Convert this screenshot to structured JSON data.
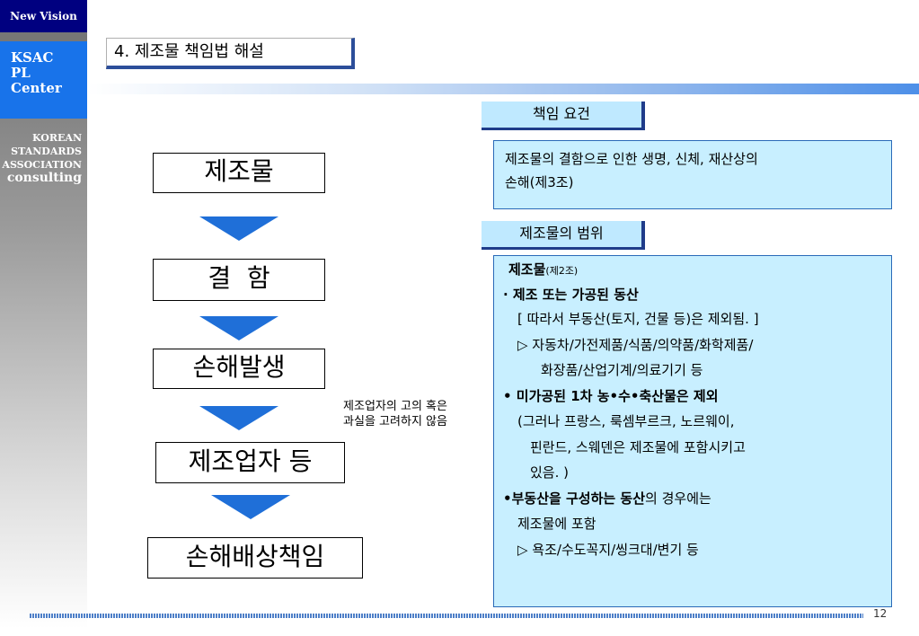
{
  "sidebar": {
    "brand_top": "New Vision",
    "brand_box": [
      "KSAC",
      "PL",
      "Center"
    ],
    "org": [
      "KOREAN",
      "STANDARDS",
      "ASSOCIATION",
      "consulting"
    ]
  },
  "title": "4. 제조물 책임법 해설",
  "flow": {
    "steps": [
      "제조물",
      "결  함",
      "손해발생",
      "제조업자 등",
      "손해배상책임"
    ],
    "note": [
      "제조업자의 고의 혹은",
      "과실을 고려하지 않음"
    ]
  },
  "section1": {
    "header": "책임 요건",
    "text": [
      "제조물의 결함으로 인한 생명, 신체, 재산상의",
      "손해(제3조)"
    ]
  },
  "section2": {
    "header": "제조물의 범위",
    "title_bold": "제조물",
    "title_ref": "(제2조)",
    "item1": "· 제조 또는 가공된 동산",
    "item1_sub1": "[ 따라서 부동산(토지, 건물 등)은 제외됨. ]",
    "item1_sub2": "▷ 자동차/가전제품/식품/의약품/화학제품/",
    "item1_sub3": "화장품/산업기계/의료기기 등",
    "item2": "• 미가공된 1차 농•수•축산물은 제외",
    "item2_sub1": "(그러나 프랑스, 룩셈부르크, 노르웨이,",
    "item2_sub2": "핀란드, 스웨덴은  제조물에 포함시키고",
    "item2_sub3": "있음. )",
    "item3_bold": "•부동산을 구성하는 동산",
    "item3_rest": "의 경우에는",
    "item3_sub1": "제조물에 포함",
    "item3_sub2": "▷ 욕조/수도꼭지/씽크대/변기  등"
  },
  "page_number": "12"
}
